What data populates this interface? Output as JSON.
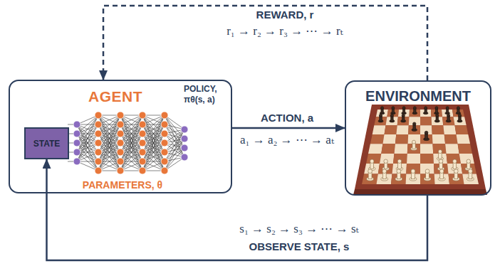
{
  "diagram": {
    "nodes": [
      {
        "text": [
          "AGENT",
          "POLICY, πθ(s, a)",
          "PARAMETERS, θ"
        ]
      },
      {
        "text": [
          "STATE"
        ],
        "in": 0
      },
      {
        "text": [
          "ENVIRONMENT"
        ]
      }
    ],
    "edges": [
      {
        "from": 0,
        "to": 2,
        "arrow": "to",
        "label": "ACTION, a"
      },
      {
        "from": 2,
        "to": 0,
        "arrow": "to",
        "label": "REWARD, r"
      },
      {
        "from": 2,
        "to": 1,
        "arrow": "to",
        "label": "OBSERVE STATE, s"
      }
    ],
    "labels": [
      "r₁ → r₂ → r₃ → ⋯ → rₜ",
      "a₁ → a₂ → ⋯ → aₜ",
      "s₁ → s₂ → s₃ → ⋯ → sₜ"
    ]
  }
}
